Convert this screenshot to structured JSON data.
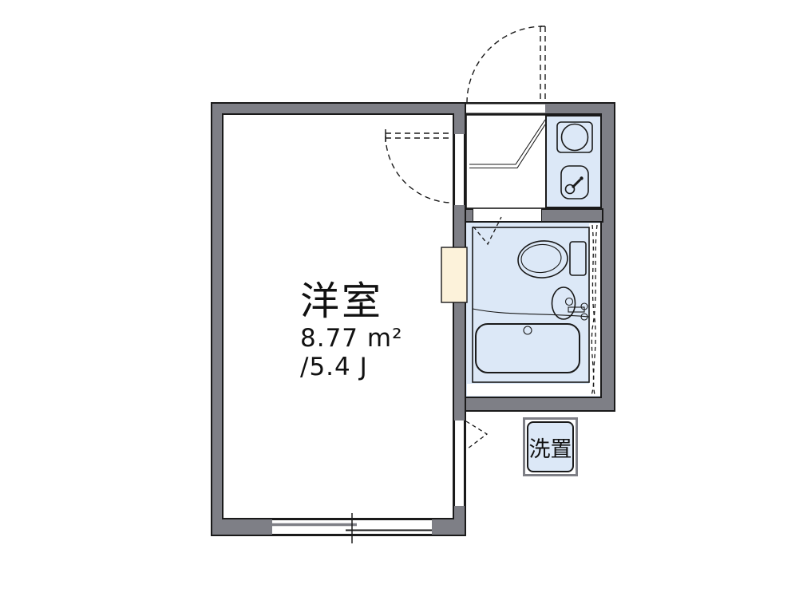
{
  "room": {
    "name": "洋室",
    "area_m2": "8.77 m²",
    "area_tatami": "/5.4 J"
  },
  "washer_box": {
    "label": "洗置"
  },
  "fixtures": [
    "stove-burner-icon",
    "kitchen-sink-icon",
    "toilet-icon",
    "wash-basin-icon",
    "bathtub-icon",
    "entry-door-swing",
    "interior-door-swing",
    "folding-door-bath",
    "folding-door-exterior",
    "window-bottom",
    "genkan-step",
    "shower-curtain-line",
    "utility-box"
  ],
  "colors": {
    "wall": "#7e7f86",
    "fixture_blue": "#dce8f7",
    "cream": "#fcf2da",
    "line": "#1a1a1a",
    "background": "#ffffff"
  }
}
